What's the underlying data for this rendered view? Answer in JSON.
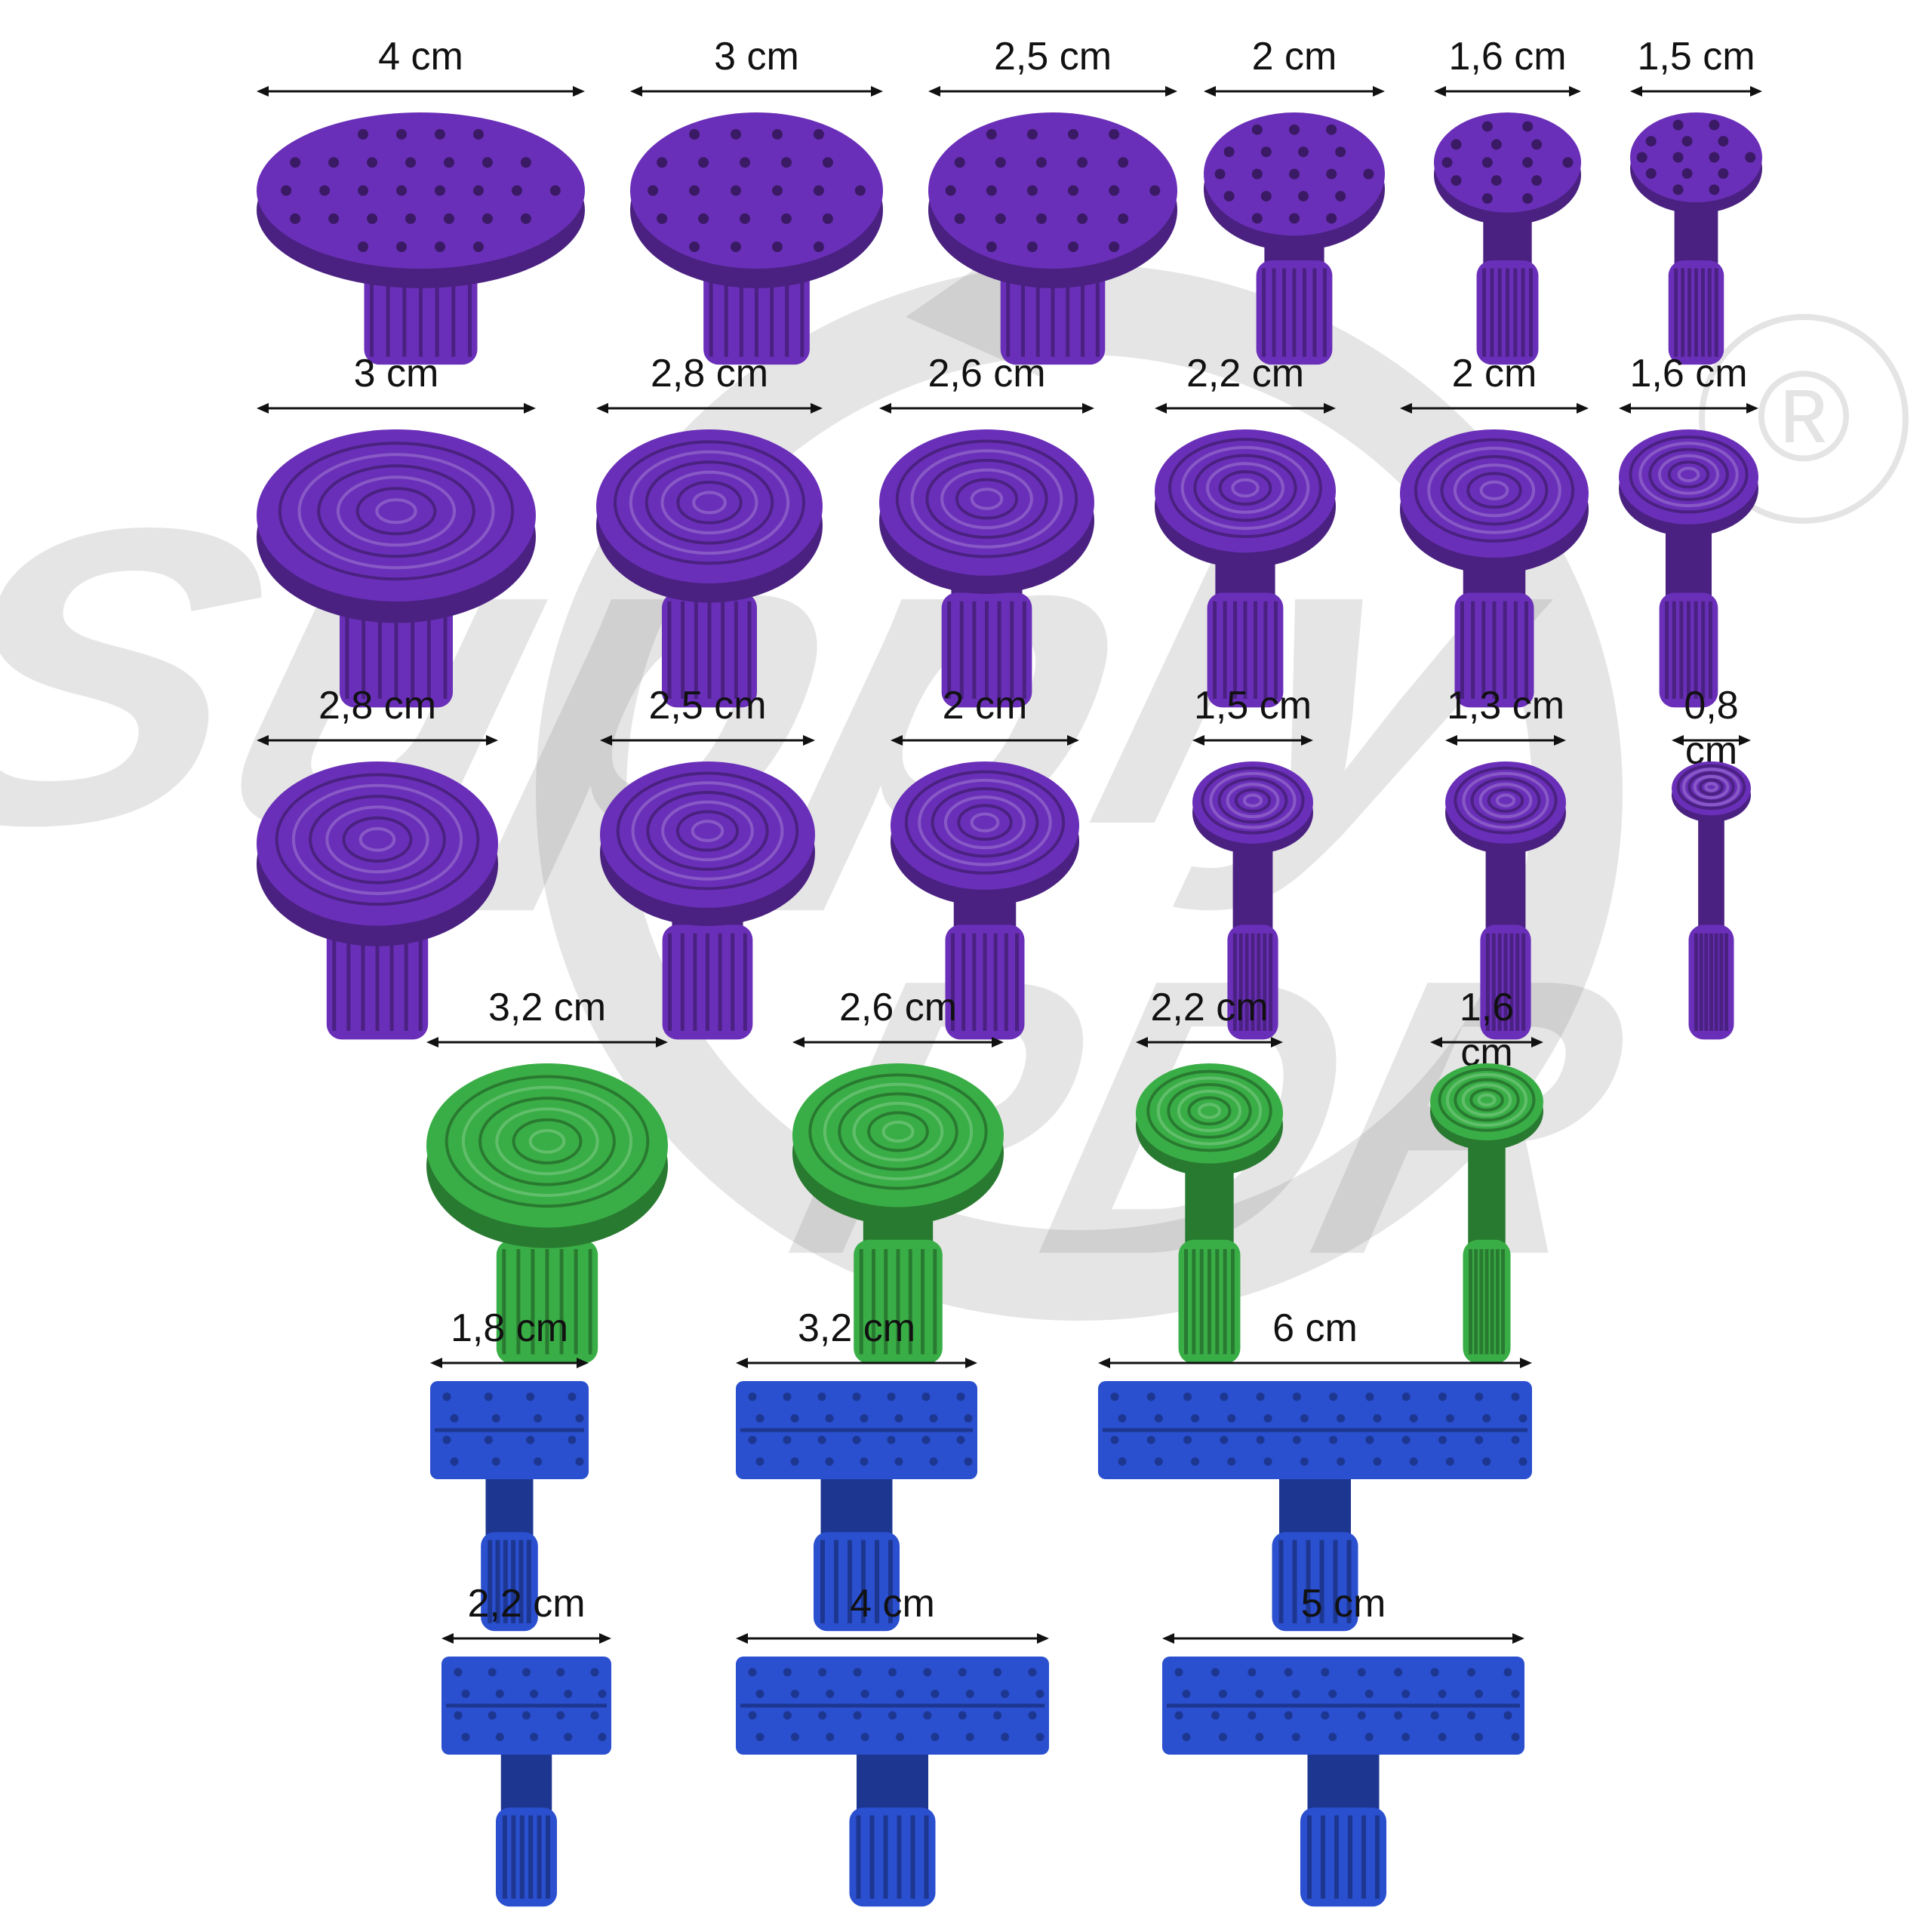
{
  "watermark": {
    "brand_line_1": "Supply",
    "brand_line_2": "PDR",
    "registered_mark": "®"
  },
  "colors": {
    "purple": "#6a2fb8",
    "green": "#3aae46",
    "blue": "#2a4fcf"
  },
  "tab_rows": [
    {
      "color": "purple",
      "surface": "dotted",
      "items": [
        {
          "label": "4 cm"
        },
        {
          "label": "3 cm"
        },
        {
          "label": "2,5 cm"
        },
        {
          "label": "2 cm"
        },
        {
          "label": "1,6 cm"
        },
        {
          "label": "1,5 cm"
        }
      ]
    },
    {
      "color": "purple",
      "surface": "rings",
      "items": [
        {
          "label": "3 cm"
        },
        {
          "label": "2,8 cm"
        },
        {
          "label": "2,6 cm"
        },
        {
          "label": "2,2 cm"
        },
        {
          "label": "2 cm"
        },
        {
          "label": "1,6 cm"
        }
      ]
    },
    {
      "color": "purple",
      "surface": "rings",
      "items": [
        {
          "label": "2,8 cm"
        },
        {
          "label": "2,5 cm"
        },
        {
          "label": "2 cm"
        },
        {
          "label": "1,5 cm"
        },
        {
          "label": "1,3 cm"
        },
        {
          "label": "0,8 cm"
        }
      ]
    },
    {
      "color": "green",
      "surface": "rings",
      "items": [
        {
          "label": "3,2 cm"
        },
        {
          "label": "2,6 cm"
        },
        {
          "label": "2,2 cm"
        },
        {
          "label": "1,6 cm"
        }
      ]
    },
    {
      "color": "blue",
      "surface": "bar",
      "items": [
        {
          "label": "1,8 cm"
        },
        {
          "label": "3,2 cm"
        },
        {
          "label": "6 cm"
        }
      ]
    },
    {
      "color": "blue",
      "surface": "bar",
      "items": [
        {
          "label": "2,2 cm"
        },
        {
          "label": "4 cm"
        },
        {
          "label": "5 cm"
        }
      ]
    }
  ]
}
